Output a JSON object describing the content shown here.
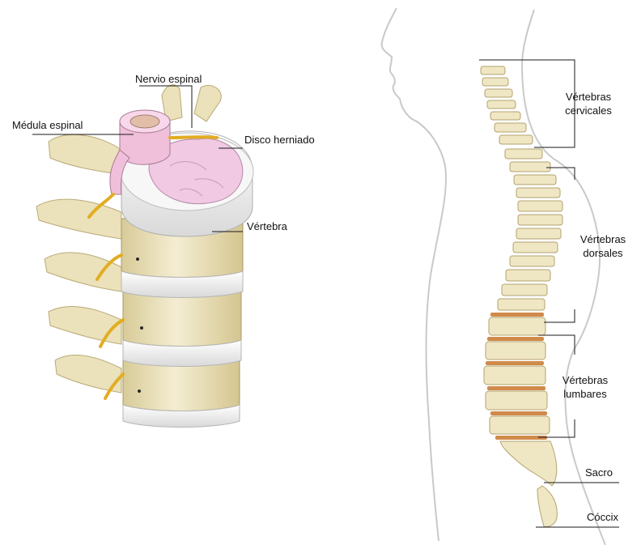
{
  "left_labels": {
    "nervio_espinal": "Nervio espinal",
    "medula_espinal": "Médula espinal",
    "disco_herniado": "Disco herniado",
    "vertebra": "Vértebra"
  },
  "right_labels": {
    "cervicales": [
      "Vértebras",
      "cervicales"
    ],
    "dorsales": [
      "Vértebras",
      "dorsales"
    ],
    "lumbares": [
      "Vértebras",
      "lumbares"
    ],
    "sacro": "Sacro",
    "coccix": "Cóccix"
  },
  "colors": {
    "bone": "#efe6c4",
    "bone_shadow": "#cfc191",
    "disc": "#f2f2f2",
    "herniated_disc": "#f1c9e3",
    "nerve": "#e7b52f",
    "intervertebral": "#d08a4a",
    "silhouette": "#c9c9c9",
    "leader_line": "#1a1a1a"
  }
}
